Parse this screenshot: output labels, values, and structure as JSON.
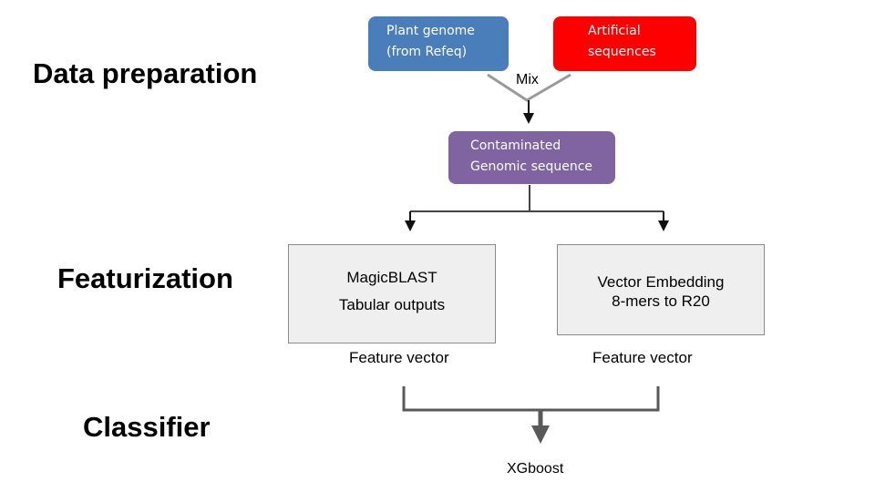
{
  "stages": {
    "data_preparation": "Data preparation",
    "featurization": "Featurization",
    "classifier": "Classifier"
  },
  "nodes": {
    "plant_genome": {
      "line1": "Plant genome",
      "line2": "(from Refeq)",
      "color": "#4a7ebb"
    },
    "artificial_sequences": {
      "line1": "Artificial",
      "line2": "sequences",
      "color": "#ff0000"
    },
    "mix_label": "Mix",
    "contaminated": {
      "line1": "Contaminated",
      "line2": "Genomic sequence",
      "color": "#8064a2"
    },
    "magicblast": {
      "line1": "MagicBLAST",
      "line2": "Tabular outputs"
    },
    "vector_embedding": {
      "line1": "Vector Embedding",
      "line2": "8-mers to R20"
    },
    "feature_vector_left": "Feature vector",
    "feature_vector_right": "Feature vector",
    "xgboost": "XGboost"
  }
}
